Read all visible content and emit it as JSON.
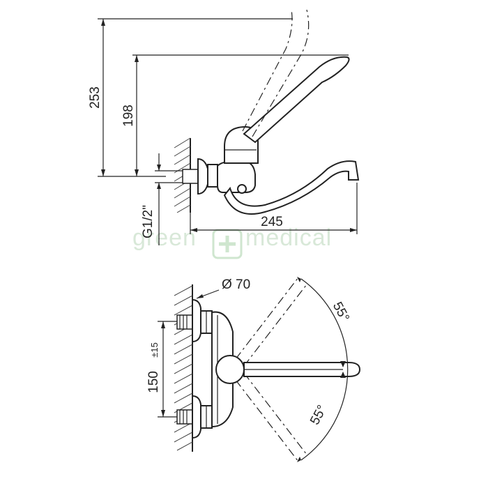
{
  "watermark": {
    "text_left": "green",
    "text_right": "medical"
  },
  "side_view": {
    "dim_total_height": "253",
    "dim_handle_height": "198",
    "dim_spout_reach": "245",
    "dim_thread": "G1/2\""
  },
  "top_view": {
    "dim_diameter": "Ø 70",
    "dim_center_distance": "150",
    "dim_center_tolerance": "±15",
    "angle_upper": "55°",
    "angle_lower": "55°"
  },
  "colors": {
    "line": "#222222",
    "watermark": "#d8e8d8"
  }
}
